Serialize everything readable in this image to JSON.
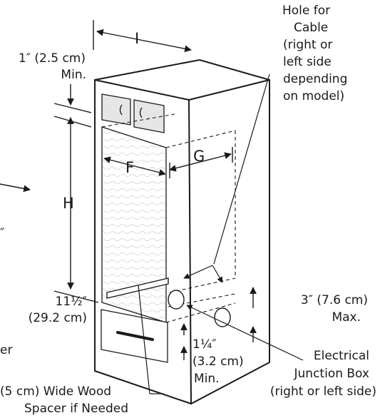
{
  "labels": {
    "hole_line1": "Hole for",
    "hole_line2": "Cable",
    "hole_line3": "(right or",
    "hole_line4": "left side",
    "hole_line5": "depending",
    "hole_line6": "on model)",
    "top_gap": "1″ (2.5 cm)",
    "top_gap_min": "Min.",
    "dim_i": "I",
    "dim_f": "F",
    "dim_g": "G",
    "dim_h": "H",
    "partial_quote": "″",
    "base_height": "11½″",
    "base_height_cm": "(29.2 cm)",
    "partial_er": "er",
    "right_gap": "3″ (7.6 cm)",
    "right_gap_max": "Max.",
    "bottom_gap": "1¼″",
    "bottom_gap_cm": "(3.2 cm)",
    "bottom_gap_min": "Min.",
    "electrical_line1": "Electrical",
    "electrical_line2": "Junction Box",
    "electrical_line3": "(right or left side)",
    "spacer_line1": "(5 cm) Wide Wood",
    "spacer_line2": "Spacer if Needed"
  },
  "colors": {
    "ink": "#1a1a1a",
    "shade": "#e6e6e6",
    "fill": "#ffffff"
  }
}
